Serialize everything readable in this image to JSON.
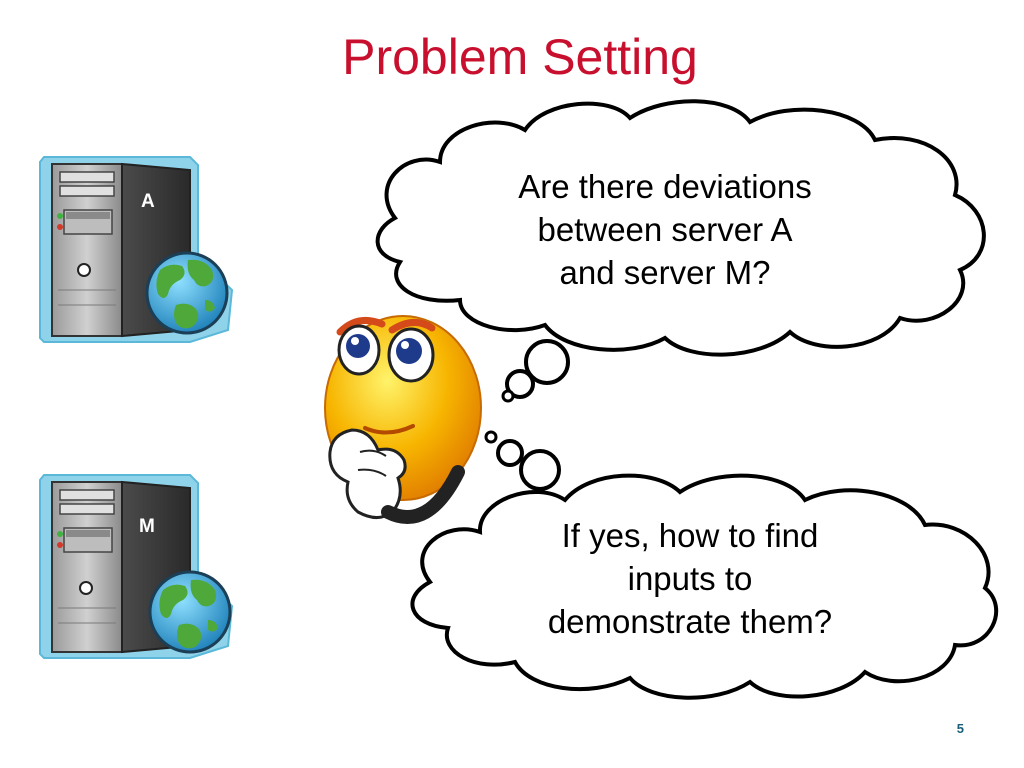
{
  "slide": {
    "title": "Problem Setting",
    "page_number": "5"
  },
  "servers": {
    "a_label": "A",
    "m_label": "M"
  },
  "bubbles": {
    "top": {
      "line1": "Are there deviations",
      "line2": "between server A",
      "line3": "and server M?"
    },
    "bottom": {
      "line1": "If yes, how to find",
      "line2": "inputs to",
      "line3": "demonstrate them?"
    }
  },
  "colors": {
    "title": "#c8102e",
    "server_outline": "#8fd3ea",
    "globe_ocean": "#2fa3d8",
    "globe_land": "#4ea83a",
    "smiley": "#f7b500"
  },
  "icons": [
    "server-tower-icon",
    "globe-icon",
    "thinking-face-icon",
    "thought-cloud-icon"
  ]
}
